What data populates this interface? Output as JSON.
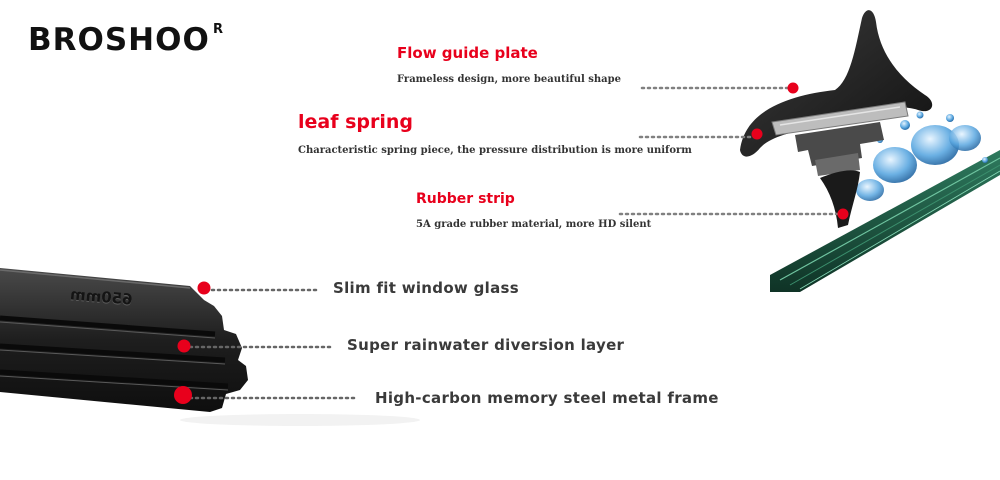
{
  "brand": {
    "name": "BROSHOO",
    "registered_mark": "R"
  },
  "callouts": [
    {
      "title": "Flow guide plate",
      "description": "Frameless design, more beautiful shape"
    },
    {
      "title": "leaf spring",
      "description": "Characteristic spring piece, the pressure distribution is more uniform"
    },
    {
      "title": "Rubber strip",
      "description": "5A grade rubber material, more HD silent"
    }
  ],
  "features": [
    {
      "label": "Slim fit window glass"
    },
    {
      "label": "Super rainwater diversion layer"
    },
    {
      "label": "High-carbon memory steel metal frame"
    }
  ],
  "rubber_strip_imprint": "650mm",
  "colors": {
    "accent_red": "#e8001c",
    "rubber_black": "#1c1c1c",
    "glass_green": "#1e5a46"
  }
}
